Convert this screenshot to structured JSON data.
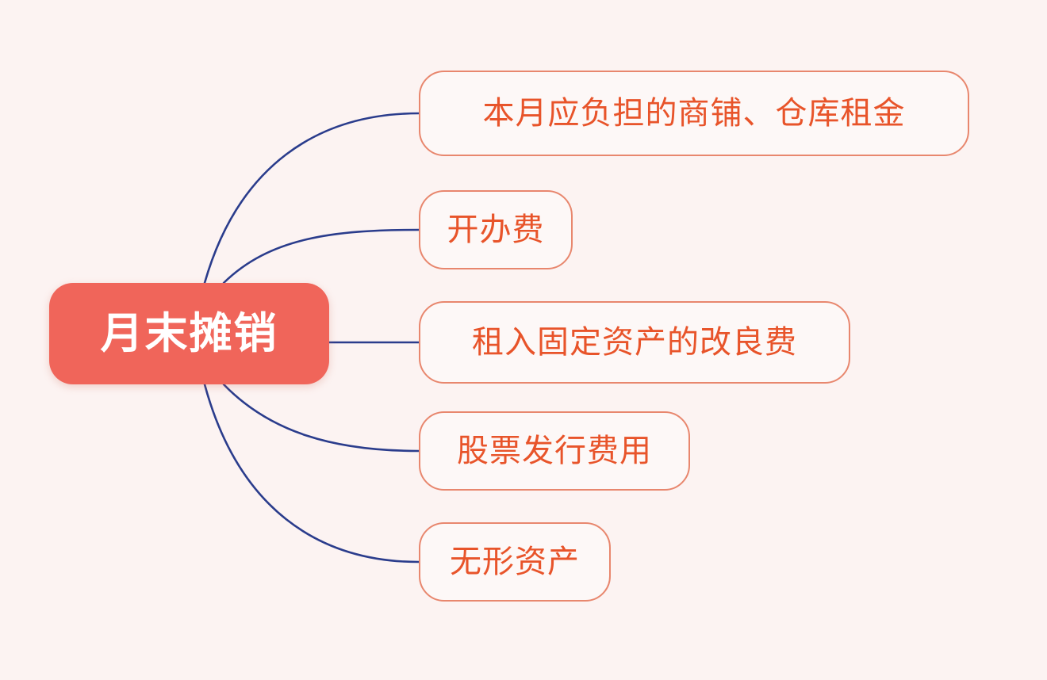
{
  "diagram": {
    "type": "mind-map",
    "title": "月末摊销",
    "background_color": "#fcf3f2",
    "root": {
      "label": "月末摊销",
      "fill_color": "#f0655a",
      "text_color": "#ffffff"
    },
    "branch_style": {
      "fill_color": "#fdf8f7",
      "border_color": "#e8876e",
      "text_color": "#e8542a"
    },
    "connector_color": "#2a3c8c",
    "branches": [
      {
        "label": "本月应负担的商铺、仓库租金"
      },
      {
        "label": "开办费"
      },
      {
        "label": "租入固定资产的改良费"
      },
      {
        "label": "股票发行费用"
      },
      {
        "label": "无形资产"
      }
    ]
  }
}
